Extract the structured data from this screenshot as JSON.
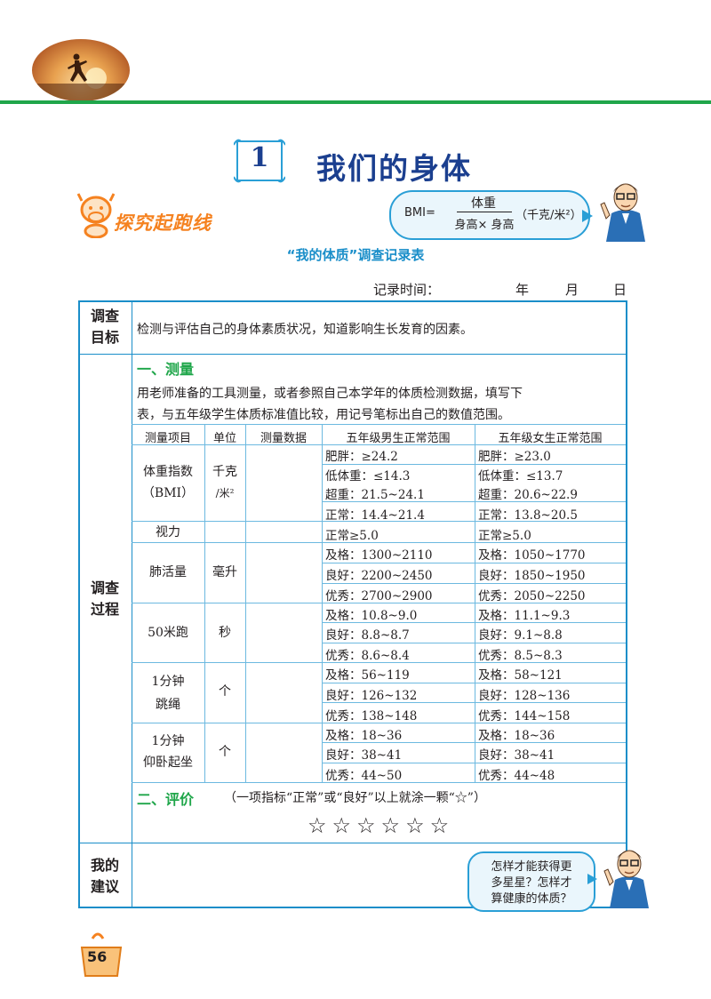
{
  "lesson": {
    "number": "1",
    "title": "我们的身体"
  },
  "explore": {
    "label": "探究起跑线"
  },
  "formula": {
    "prefix": "BMI=",
    "numerator": "体重",
    "denominator": "身高× 身高",
    "unit": "（千克/米²）"
  },
  "table": {
    "title": "“我的体质”调查记录表",
    "record_time": "记录时间：",
    "year": "年",
    "month": "月",
    "day": "日",
    "goal": {
      "label_1": "调查",
      "label_2": "目标",
      "text": "检测与评估自己的身体素质状况，知道影响生长发育的因素。"
    },
    "process": {
      "label_1": "调查",
      "label_2": "过程",
      "section1_title": "一、测量",
      "section1_line1": "用老师准备的工具测量，或者参照自己本学年的体质检测数据，填写下",
      "section1_line2": "表，与五年级学生体质标准值比较，用记号笔标出自己的数值范围。",
      "headers": [
        "测量项目",
        "单位",
        "测量数据",
        "五年级男生正常范围",
        "五年级女生正常范围"
      ],
      "items": [
        {
          "name_1": "体重指数",
          "name_2": "（BMI）",
          "unit_1": "千克",
          "unit_2": "/米²",
          "boys": [
            "肥胖：≥24.2",
            "低体重：≤14.3",
            "超重：21.5~24.1",
            "正常：14.4~21.4"
          ],
          "girls": [
            "肥胖：≥23.0",
            "低体重：≤13.7",
            "超重：20.6~22.9",
            "正常：13.8~20.5"
          ]
        },
        {
          "name_1": "视力",
          "unit_1": "",
          "boys": [
            "正常≥5.0"
          ],
          "girls": [
            "正常≥5.0"
          ]
        },
        {
          "name_1": "肺活量",
          "unit_1": "毫升",
          "boys": [
            "及格：1300~2110",
            "良好：2200~2450",
            "优秀：2700~2900"
          ],
          "girls": [
            "及格：1050~1770",
            "良好：1850~1950",
            "优秀：2050~2250"
          ]
        },
        {
          "name_1": "50米跑",
          "unit_1": "秒",
          "boys": [
            "及格：10.8~9.0",
            "良好：8.8~8.7",
            "优秀：8.6~8.4"
          ],
          "girls": [
            "及格：11.1~9.3",
            "良好：9.1~8.8",
            "优秀：8.5~8.3"
          ]
        },
        {
          "name_1": "1分钟",
          "name_2": "跳绳",
          "unit_1": "个",
          "boys": [
            "及格：56~119",
            "良好：126~132",
            "优秀：138~148"
          ],
          "girls": [
            "及格：58~121",
            "良好：128~136",
            "优秀：144~158"
          ]
        },
        {
          "name_1": "1分钟",
          "name_2": "仰卧起坐",
          "unit_1": "个",
          "boys": [
            "及格：18~36",
            "良好：38~41",
            "优秀：44~50"
          ],
          "girls": [
            "及格：18~36",
            "良好：38~41",
            "优秀：44~48"
          ]
        }
      ],
      "section2_title": "二、评价",
      "section2_note": "（一项指标“正常”或“良好”以上就涂一颗“☆”）",
      "stars": "☆☆☆☆☆☆"
    },
    "suggestion": {
      "label_1": "我的",
      "label_2": "建议"
    }
  },
  "speech": {
    "line1": "怎样才能获得更",
    "line2": "多星星？怎样才",
    "line3": "算健康的体质？"
  },
  "page_number": "56",
  "colors": {
    "green_rule": "#1fa64a",
    "blue_border": "#1a8ec9",
    "title_blue": "#1b3f8f",
    "orange": "#f58220"
  }
}
